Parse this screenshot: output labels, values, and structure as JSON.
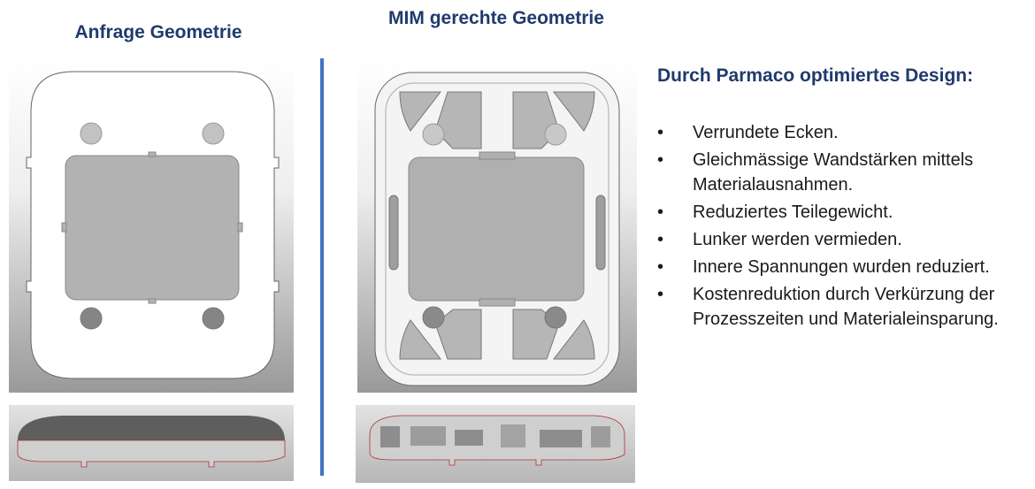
{
  "left_heading": "Anfrage Geometrie",
  "mid_heading": "MIM gerechte Geometrie",
  "design_title": "Durch Parmaco optimiertes Design:",
  "features": [
    "Verrundete Ecken.",
    "Gleichmässige Wandstärken mittels Materialausnahmen.",
    "Reduziertes Teilegewicht.",
    "Lunker werden vermieden.",
    "Innere Spannungen wurden reduziert.",
    "Kostenreduktion durch Verkürzung der Prozesszeiten und Materialeinsparung."
  ],
  "colors": {
    "heading": "#1f3a6e",
    "divider": "#4472c4",
    "text": "#1a1a1a"
  }
}
